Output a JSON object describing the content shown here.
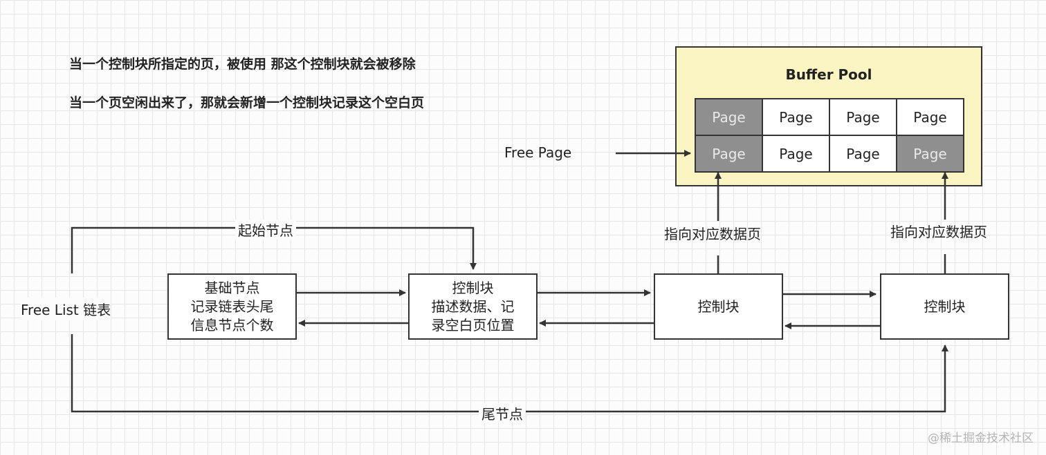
{
  "notes": {
    "line1": "当一个控制块所指定的页，被使用 那这个控制块就会被移除",
    "line2": "当一个页空闲出来了，那就会新增一个控制块记录这个空白页"
  },
  "buffer_pool": {
    "title": "Buffer Pool",
    "rows": [
      [
        {
          "label": "Page",
          "free": true
        },
        {
          "label": "Page",
          "free": false
        },
        {
          "label": "Page",
          "free": false
        },
        {
          "label": "Page",
          "free": false
        }
      ],
      [
        {
          "label": "Page",
          "free": true
        },
        {
          "label": "Page",
          "free": false
        },
        {
          "label": "Page",
          "free": false
        },
        {
          "label": "Page",
          "free": true
        }
      ]
    ]
  },
  "free_page_label": "Free Page",
  "free_list_label": "Free List 链表",
  "start_node_label": "起始节点",
  "tail_node_label": "尾节点",
  "nodes": {
    "base": [
      "基础节点",
      "记录链表头尾",
      "信息节点个数"
    ],
    "ctrl1": [
      "控制块",
      "描述数据、记",
      "录空白页位置"
    ],
    "ctrl2": [
      "控制块"
    ],
    "ctrl3": [
      "控制块"
    ]
  },
  "points_to_page": [
    "指向对应数据页",
    "指向对应数据页"
  ],
  "watermark": "@稀土掘金技术社区",
  "colors": {
    "pool_fill": "#fbf5c4",
    "free_page_fill": "#8f8f8f",
    "line": "#333333"
  }
}
